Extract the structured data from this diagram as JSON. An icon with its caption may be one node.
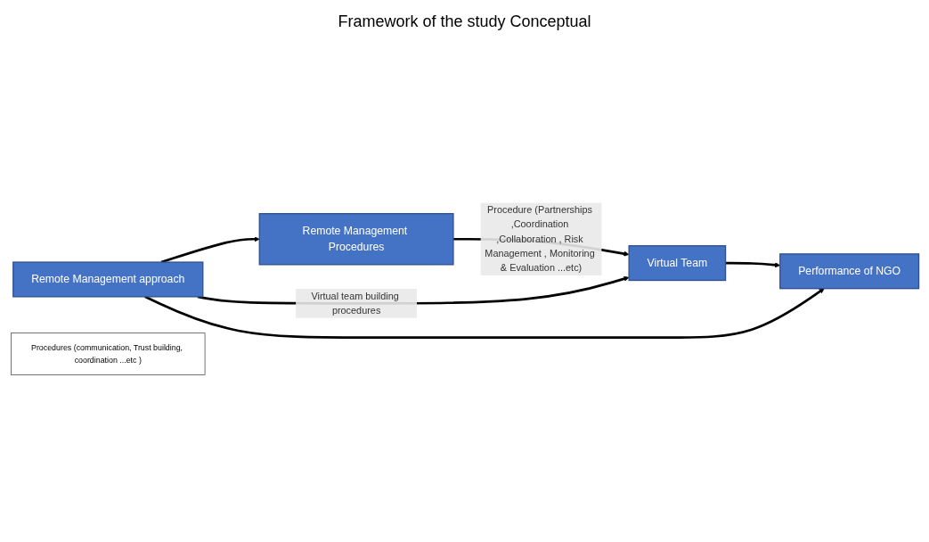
{
  "diagram": {
    "title": "Framework of the study Conceptual",
    "nodes": [
      {
        "text": [
          "Remote Management Procedures"
        ]
      },
      {
        "text": [
          "Virtual Team"
        ]
      },
      {
        "text": [
          "Remote Management approach"
        ]
      },
      {
        "text": [
          "Performance of NGO"
        ]
      },
      {
        "text": [
          "Procedures (communication, Trust building, coordination ...etc )"
        ]
      }
    ],
    "edges": [
      {
        "from": 2,
        "to": 0,
        "arrow": "to"
      },
      {
        "from": 0,
        "to": 1,
        "arrow": "to",
        "label": "Procedure (Partnerships ,Coordination ,Collaboration , Risk Management , Monitoring & Evaluation ...etc)"
      },
      {
        "from": 2,
        "to": 1,
        "arrow": "to",
        "label": "Virtual team building procedures"
      },
      {
        "from": 1,
        "to": 3,
        "arrow": "to"
      },
      {
        "from": 2,
        "to": 3,
        "arrow": "to"
      }
    ]
  }
}
